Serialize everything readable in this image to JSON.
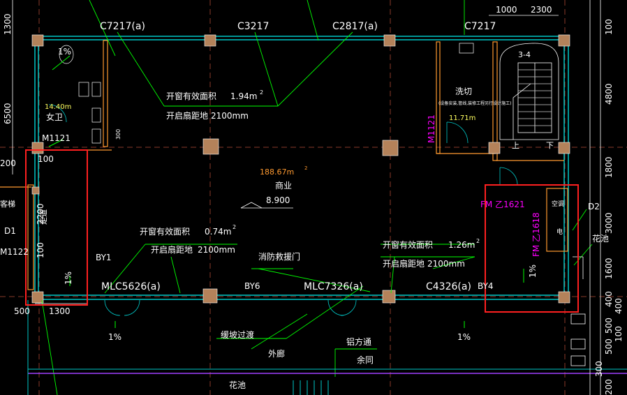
{
  "window_labels": {
    "c7217a": "C7217(a)",
    "c3217": "C3217",
    "c2817a": "C2817(a)",
    "c7217": "C7217",
    "mlc5626a": "MLC5626(a)",
    "mlc7326a": "MLC7326(a)",
    "c4326a": "C4326(a)"
  },
  "notes": {
    "vent_area_1": "开窗有效面积",
    "vent_area_1_val": "1.94m",
    "open_height_1": "开启扇距地",
    "open_height_1_val": "2100mm",
    "vent_area_2": "开窗有效面积",
    "vent_area_2_val": "0.74m",
    "open_height_2": "开启扇距地",
    "open_height_2_val": "2100mm",
    "vent_area_3": "开窗有效面积",
    "vent_area_3_val": "1.26m",
    "open_height_3": "开启扇距地",
    "open_height_3_val": "2100mm",
    "sup2": "2"
  },
  "rooms": {
    "area_main": "188.67m",
    "name_main": "商业",
    "elev_main": "8.900",
    "toilet_area": "14.40m",
    "toilet_name": "女卫",
    "kitchen_name": "洗切",
    "kitchen_area": "11.71m",
    "kitchen_note": "(设备安装,管线,装修工程另行设计施工)",
    "corridor": "走道",
    "stair": "3-4",
    "up": "上",
    "down": "下",
    "ac": "空调",
    "elec": "电",
    "planter": "花池",
    "planter_bottom": "花池",
    "outer_corridor": "外廊",
    "rescue_window": "消防救援门",
    "slope_transition": "缓坡过渡",
    "aluminum_pipe": "铝方通",
    "grille": "余同",
    "kitchen_left": "客梯"
  },
  "doors": {
    "m1121_a": "M1121",
    "m1121_b": "M1121",
    "m1122": "M1122",
    "fm_a": "FM 乙1621",
    "fm_b": "FM 乙1618",
    "d1": "D1",
    "d2": "D2",
    "by1": "BY1",
    "by6": "BY6",
    "by4": "BY4"
  },
  "slopes": {
    "s1": "1%",
    "s2": "1%",
    "s3": "1%",
    "s4": "1%",
    "s5": "1%"
  },
  "dimensions": {
    "top_1000": "1000",
    "top_2300": "2300",
    "left_1300": "1300",
    "left_6500": "6500",
    "left_200": "200",
    "left_2200": "2200",
    "left_100a": "100",
    "left_100b": "100",
    "bot_1300": "1300",
    "bot_500": "500",
    "bot_300": "300",
    "right_100": "100",
    "right_4800": "4800",
    "right_1800": "1800",
    "right_3000": "3000",
    "right_1600": "1600",
    "right_400": "400",
    "right_500a": "500",
    "right_500b": "500",
    "right_300": "300",
    "right_200": "200",
    "right_100b": "100",
    "right_400b": "400"
  },
  "colors": {
    "wall": "#00c8c8",
    "column": "#b4825a",
    "leader": "#00ff00",
    "dim": "#ffffff",
    "magenta": "#ff00ff",
    "highlight": "#ff2020",
    "orange": "#ff9a30",
    "yellow": "#ffff60"
  }
}
